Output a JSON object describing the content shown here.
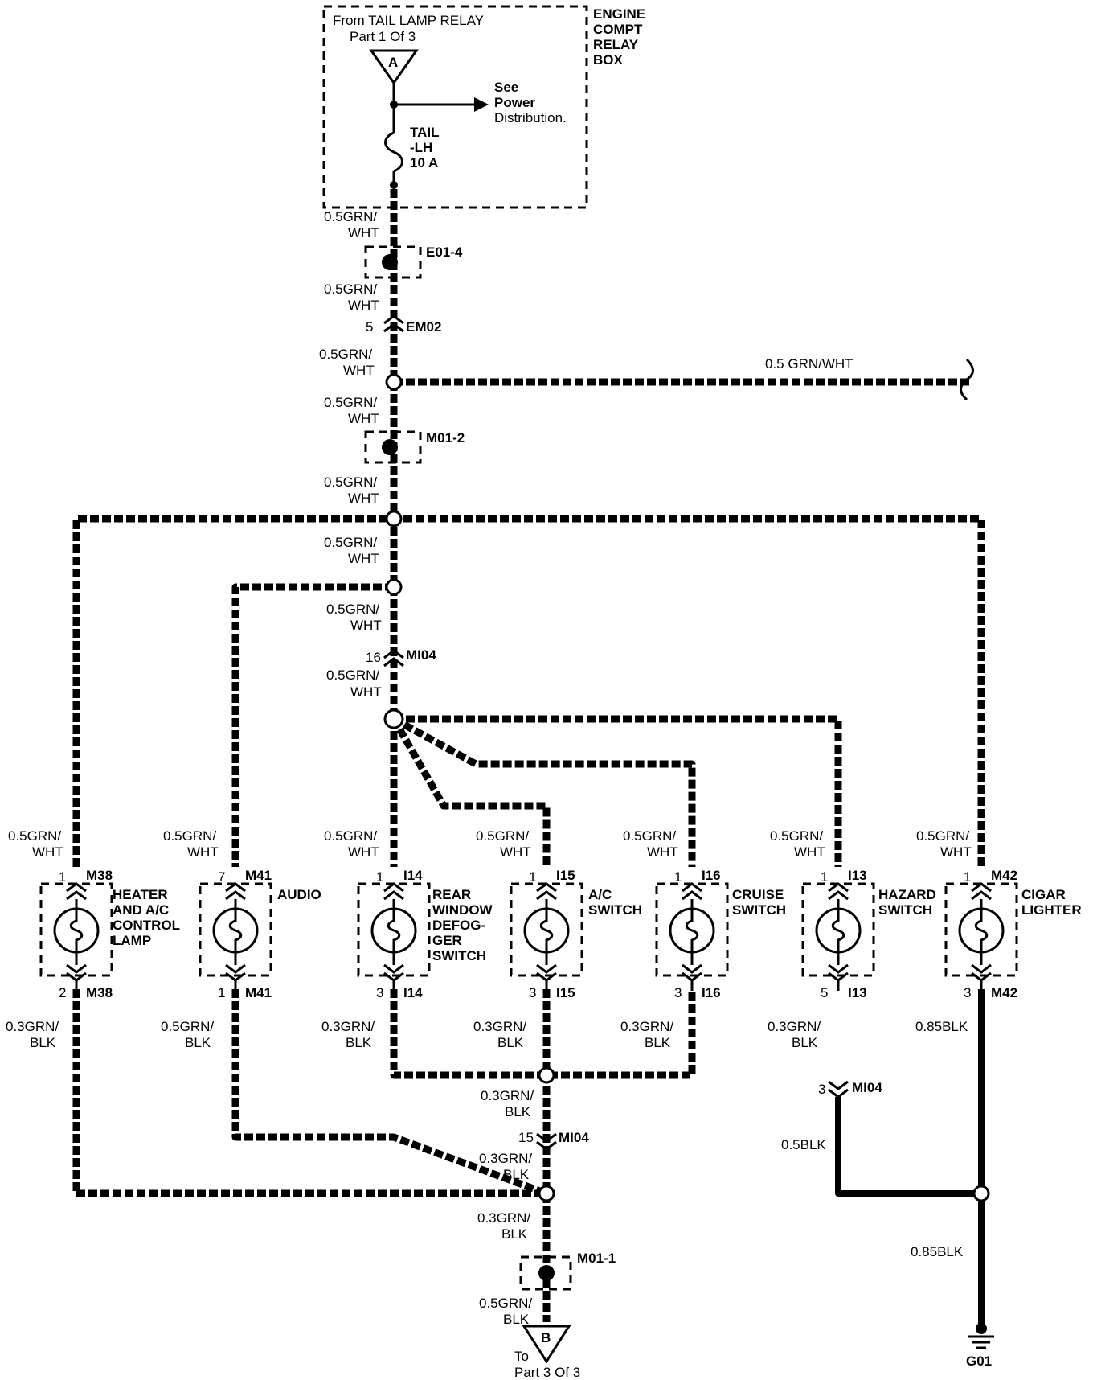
{
  "relay_box": {
    "label_lines": [
      "ENGINE",
      "COMPT",
      "RELAY",
      "BOX"
    ],
    "source_line1": "From TAIL LAMP RELAY",
    "source_line2": "Part 1 Of 3",
    "connector_a": "A",
    "see_lines": [
      "See",
      "Power",
      "Distribution."
    ],
    "fuse_lines": [
      "TAIL",
      "-LH",
      "10 A"
    ]
  },
  "wire_labels": {
    "grn_wht": "0.5GRN/",
    "wht": "WHT",
    "grn_wht_single": "0.5 GRN/WHT",
    "grn_blk_03": "0.3GRN/",
    "grn_blk_05": "0.5GRN/",
    "blk": "BLK",
    "blk_085": "0.85BLK",
    "blk_05": "0.5BLK"
  },
  "connectors": {
    "e01_4": "E01-4",
    "em02": "EM02",
    "em02_pin": "5",
    "m01_2": "M01-2",
    "mi04": "MI04",
    "mi04_pin_top": "16",
    "mi04_pin_mid": "15",
    "mi04_pin_right": "3",
    "m01_1": "M01-1"
  },
  "components": [
    {
      "pin_top": "1",
      "conn_top": "M38",
      "pin_bot": "2",
      "conn_bot": "M38",
      "name_lines": [
        "HEATER",
        "AND A/C",
        "CONTROL",
        "LAMP"
      ],
      "top_wire": [
        "0.5GRN/",
        "WHT"
      ],
      "bot_wire": [
        "0.3GRN/",
        "BLK"
      ]
    },
    {
      "pin_top": "7",
      "conn_top": "M41",
      "pin_bot": "1",
      "conn_bot": "M41",
      "name_lines": [
        "AUDIO"
      ],
      "top_wire": [
        "0.5GRN/",
        "WHT"
      ],
      "bot_wire": [
        "0.5GRN/",
        "BLK"
      ]
    },
    {
      "pin_top": "1",
      "conn_top": "I14",
      "pin_bot": "3",
      "conn_bot": "I14",
      "name_lines": [
        "REAR",
        "WINDOW",
        "DEFOG-",
        "GER",
        "SWITCH"
      ],
      "top_wire": [
        "0.5GRN/",
        "WHT"
      ],
      "bot_wire": [
        "0.3GRN/",
        "BLK"
      ]
    },
    {
      "pin_top": "1",
      "conn_top": "I15",
      "pin_bot": "3",
      "conn_bot": "I15",
      "name_lines": [
        "A/C",
        "SWITCH"
      ],
      "top_wire": [
        "0.5GRN/",
        "WHT"
      ],
      "bot_wire": [
        "0.3GRN/",
        "BLK"
      ]
    },
    {
      "pin_top": "1",
      "conn_top": "I16",
      "pin_bot": "3",
      "conn_bot": "I16",
      "name_lines": [
        "CRUISE",
        "SWITCH"
      ],
      "top_wire": [
        "0.5GRN/",
        "WHT"
      ],
      "bot_wire": [
        "0.3GRN/",
        "BLK"
      ]
    },
    {
      "pin_top": "1",
      "conn_top": "I13",
      "pin_bot": "5",
      "conn_bot": "I13",
      "name_lines": [
        "HAZARD",
        "SWITCH"
      ],
      "top_wire": [
        "0.5GRN/",
        "WHT"
      ],
      "bot_wire": [
        "0.3GRN/",
        "BLK"
      ]
    },
    {
      "pin_top": "1",
      "conn_top": "M42",
      "pin_bot": "3",
      "conn_bot": "M42",
      "name_lines": [
        "CIGAR",
        "LIGHTER"
      ],
      "top_wire": [
        "0.5GRN/",
        "WHT"
      ],
      "bot_wire": [
        "0.85BLK"
      ]
    }
  ],
  "bottom": {
    "connector_b": "B",
    "to_line1": "To",
    "to_line2": "Part 3 Of 3",
    "ground": "G01"
  }
}
